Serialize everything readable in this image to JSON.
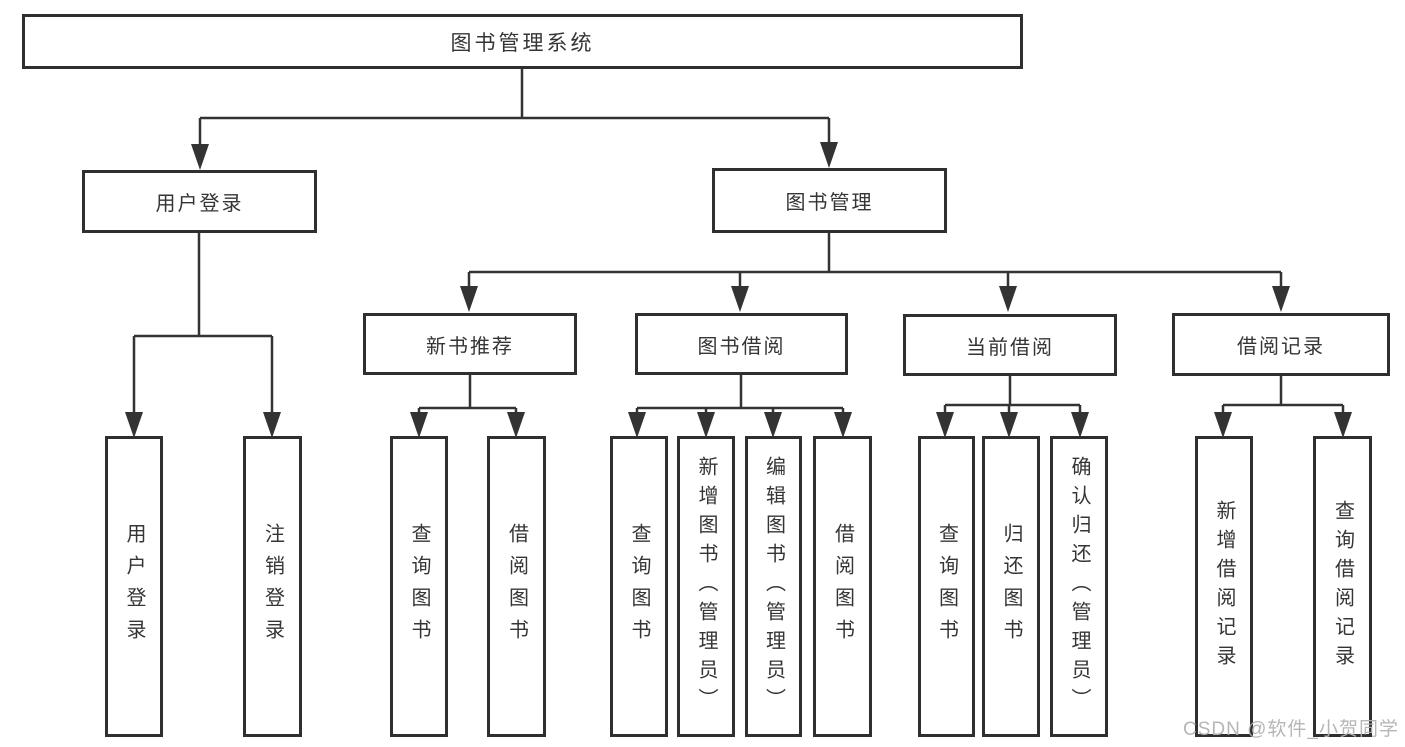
{
  "tree": {
    "label": "图书管理系统",
    "children": [
      {
        "label": "用户登录",
        "children": [
          {
            "label": "用户登录"
          },
          {
            "label": "注销登录"
          }
        ]
      },
      {
        "label": "图书管理",
        "children": [
          {
            "label": "新书推荐",
            "children": [
              {
                "label": "查询图书"
              },
              {
                "label": "借阅图书"
              }
            ]
          },
          {
            "label": "图书借阅",
            "children": [
              {
                "label": "查询图书"
              },
              {
                "label": "新增图书（管理员）"
              },
              {
                "label": "编辑图书（管理员）"
              },
              {
                "label": "借阅图书"
              }
            ]
          },
          {
            "label": "当前借阅",
            "children": [
              {
                "label": "查询图书"
              },
              {
                "label": "归还图书"
              },
              {
                "label": "确认归还（管理员）"
              }
            ]
          },
          {
            "label": "借阅记录",
            "children": [
              {
                "label": "新增借阅记录"
              },
              {
                "label": "查询借阅记录"
              }
            ]
          }
        ]
      }
    ]
  },
  "watermark": {
    "text": "CSDN @软件_小贺同学"
  },
  "colors": {
    "line": "#333333",
    "border": "#2f2f2f",
    "text": "#353535",
    "watermark": "#b2b2b2",
    "background": "#ffffff"
  }
}
